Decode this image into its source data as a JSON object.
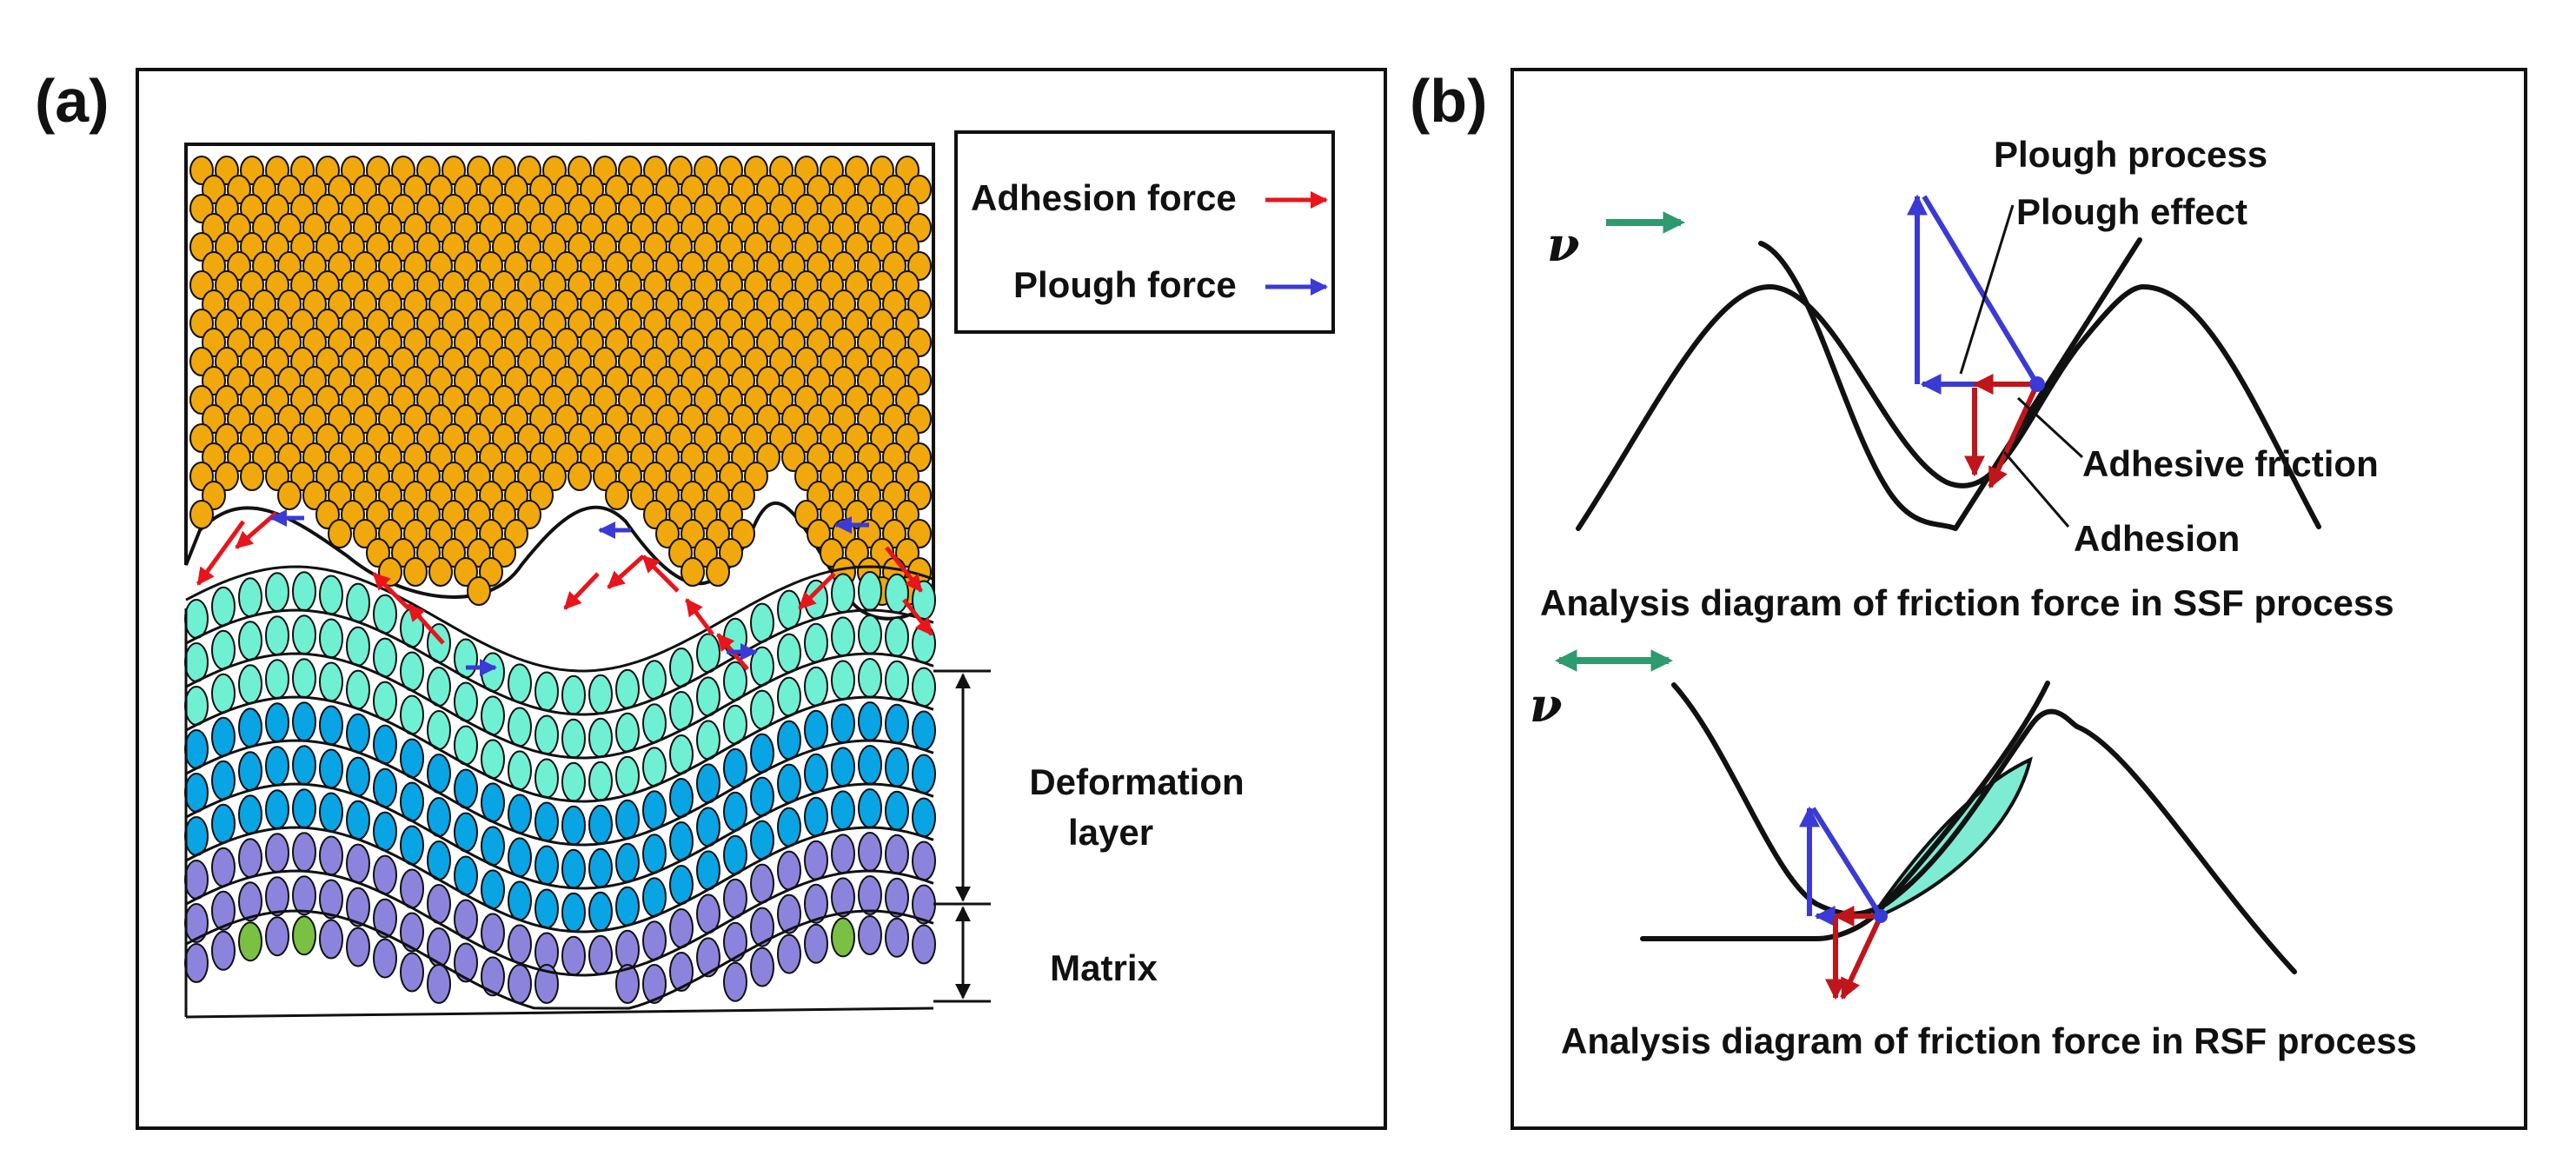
{
  "panel_a": {
    "label": "(a)",
    "legend": {
      "adhesion_label": "Adhesion force",
      "plough_label": "Plough force"
    },
    "deformation_label_line1": "Deformation",
    "deformation_label_line2": "layer",
    "matrix_label": "Matrix"
  },
  "panel_b": {
    "label": "(b)",
    "top": {
      "velocity_symbol": "ν",
      "plough_process": "Plough process",
      "plough_effect": "Plough effect",
      "adhesive_friction": "Adhesive friction",
      "adhesion": "Adhesion",
      "caption": "Analysis diagram of friction force in SSF process"
    },
    "bottom": {
      "velocity_symbol": "ν",
      "caption": "Analysis diagram of friction force in RSF process"
    }
  },
  "colors": {
    "top_particles": "#f0a80c",
    "surface_layer": "#6ff0d2",
    "deformation_layer": "#08a4e4",
    "matrix": "#8c84dc",
    "matrix_grains": "#7ac143",
    "adhesion_arrow": "#e8151b",
    "plough_arrow": "#3a3ad6",
    "velocity_arrow": "#2e9a6e",
    "lens_fill": "#7eecd2"
  }
}
